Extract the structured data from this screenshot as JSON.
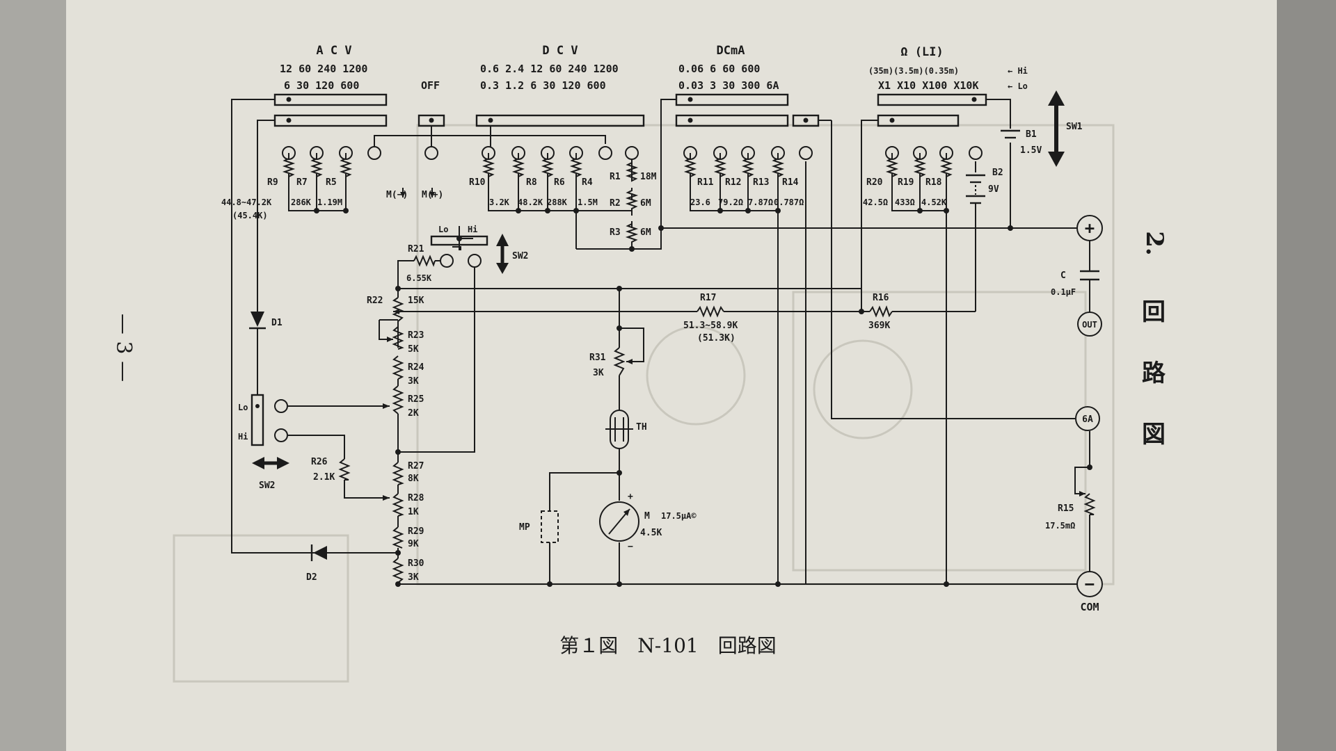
{
  "ranges": {
    "acv": {
      "title": "A C V",
      "row1": "12  60  240 1200",
      "row2": "6  30  120  600"
    },
    "off": "OFF",
    "dcv": {
      "title": "D C V",
      "row1": "0.6  2.4  12  60  240 1200",
      "row2": "0.3  1.2   6  30  120  600"
    },
    "dcma": {
      "title": "DCmA",
      "row1": "0.06  6  60  600",
      "row2": "0.03  3  30  300  6A"
    },
    "ohm": {
      "title": "Ω (LI)",
      "row1": "(35m)(3.5m)(0.35m)",
      "row2": "X1  X10 X100 X10K",
      "hi_marker": "← Hi",
      "lo_marker": "← Lo"
    }
  },
  "switches": {
    "sw1": "SW1",
    "sw2": "SW2",
    "sw2_lower": "SW2",
    "lo": "Lo",
    "hi": "Hi",
    "sw2_lo": "Lo",
    "sw2_hi": "Hi"
  },
  "components": {
    "r9": "R9",
    "r7": "R7",
    "r5": "R5",
    "r10": "R10",
    "r8": "R8",
    "r6": "R6",
    "r4": "R4",
    "r1": "R1",
    "r1_val": "18M",
    "r2": "R2",
    "r2_val": "6M",
    "r3": "R3",
    "r3_val": "6M",
    "r11": "R11",
    "r12": "R12",
    "r13": "R13",
    "r14": "R14",
    "r20": "R20",
    "r19": "R19",
    "r18": "R18",
    "b1": "B1",
    "b1_val": "1.5V",
    "b2": "B2",
    "b2_val": "9V",
    "r9_val": "44.8~47.2K",
    "r9_nom": "(45.4K)",
    "r7_val": "286K",
    "r5_val": "1.19M",
    "r10_val": "3.2K",
    "r8_val": "48.2K",
    "r6_val": "288K",
    "r4_val": "1.5M",
    "r11_val": "23.6",
    "r12_val": "79.2Ω",
    "r13_val": "7.87Ω",
    "r14_val": "0.787Ω",
    "r20_val": "42.5Ω",
    "r19_val": "433Ω",
    "r18_val": "4.52K",
    "m_minus": "M(−)",
    "m_plus": "M(+)",
    "r21": "R21",
    "r21_val": "6.55K",
    "r22": "R22",
    "r22_val": "15K",
    "r23": "R23",
    "r23_val": "5K",
    "r24": "R24",
    "r24_val": "3K",
    "r25": "R25",
    "r25_val": "2K",
    "r26": "R26",
    "r26_val": "2.1K",
    "r27": "R27",
    "r27_val": "8K",
    "r28": "R28",
    "r28_val": "1K",
    "r29": "R29",
    "r29_val": "9K",
    "r30": "R30",
    "r30_val": "3K",
    "r31": "R31",
    "r31_val": "3K",
    "r17": "R17",
    "r17_val": "51.3~58.9K",
    "r17_nom": "(51.3K)",
    "r16": "R16",
    "r16_val": "369K",
    "r15": "R15",
    "r15_val": "17.5mΩ",
    "c": "C",
    "c_val": "0.1μF",
    "d1": "D1",
    "d2": "D2",
    "th": "TH",
    "mp": "MP",
    "m": "M",
    "m_val": "17.5μA©",
    "m_res": "4.5K",
    "m_plus_sign": "+",
    "m_minus_sign": "−"
  },
  "terminals": {
    "plus": "+",
    "out": "OUT",
    "six_a": "6A",
    "minus": "−",
    "com": "COM"
  },
  "caption": "第１図　N-101　回路図",
  "section_title": [
    "2.",
    "回",
    "路",
    "図"
  ],
  "page_number": "— 3 —"
}
